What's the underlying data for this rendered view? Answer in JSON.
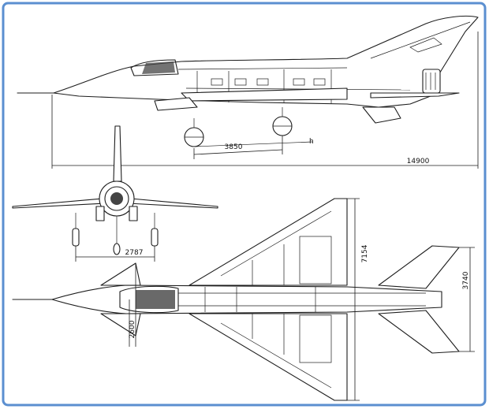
{
  "dimensions": {
    "length": "14900",
    "wheelbase": "3850",
    "track": "2787",
    "wingspan": "7154",
    "tailplane_span": "3740",
    "fuselage_width": "2600"
  },
  "colors": {
    "frame": "#5b8fd0",
    "ink": "#1d1d1d",
    "background": "#ffffff"
  }
}
